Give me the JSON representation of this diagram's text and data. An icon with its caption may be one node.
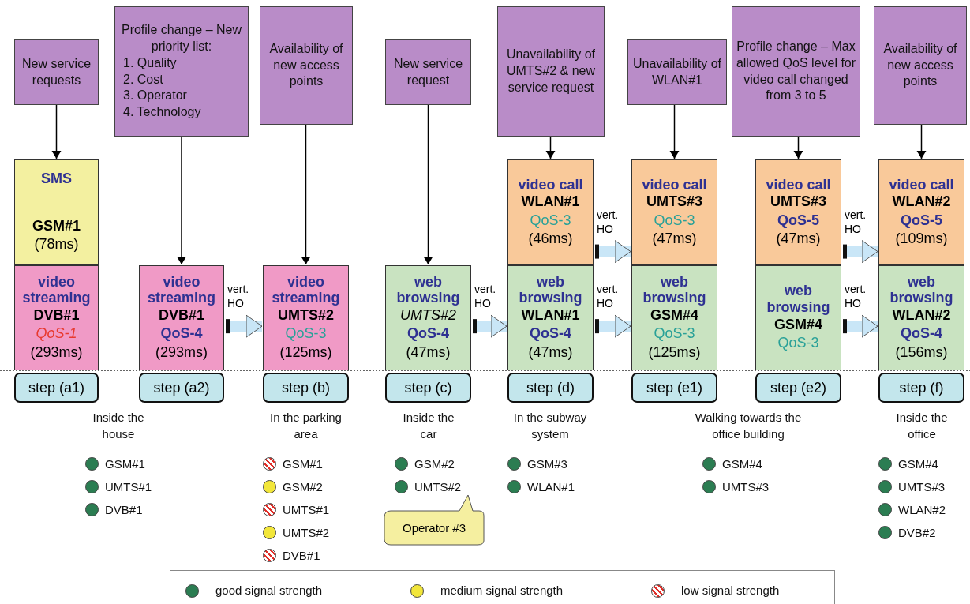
{
  "diagram": {
    "nodes": [
      {
        "text": [
          "New service requests"
        ]
      },
      {
        "text": [
          "Profile change – New priority list:",
          "1. Quality",
          "2. Cost",
          "3. Operator",
          "4. Technology"
        ]
      },
      {
        "text": [
          "Availability of new access points"
        ]
      },
      {
        "text": [
          "New service request"
        ]
      },
      {
        "text": [
          "Unavailability of UMTS#2 & new service request"
        ]
      },
      {
        "text": [
          "Unavailability of WLAN#1"
        ]
      },
      {
        "text": [
          "Profile change – Max allowed QoS level for video call changed from 3 to 5"
        ]
      },
      {
        "text": [
          "Availability of new access points"
        ]
      },
      {
        "text": [
          "SMS",
          "GSM#1",
          "(78ms)"
        ]
      },
      {
        "text": [
          "video streaming",
          "DVB#1",
          "QoS-1",
          "(293ms)"
        ]
      },
      {
        "text": [
          "video streaming",
          "DVB#1",
          "QoS-4",
          "(293ms)"
        ]
      },
      {
        "text": [
          "video streaming",
          "UMTS#2",
          "QoS-3",
          "(125ms)"
        ]
      },
      {
        "text": [
          "web browsing",
          "UMTS#2",
          "QoS-4",
          "(47ms)"
        ]
      },
      {
        "text": [
          "video call",
          "WLAN#1",
          "QoS-3",
          "(46ms)"
        ]
      },
      {
        "text": [
          "web browsing",
          "WLAN#1",
          "QoS-4",
          "(47ms)"
        ]
      },
      {
        "text": [
          "video call",
          "UMTS#3",
          "QoS-3",
          "(47ms)"
        ]
      },
      {
        "text": [
          "web browsing",
          "GSM#4",
          "QoS-3",
          "(125ms)"
        ]
      },
      {
        "text": [
          "video call",
          "UMTS#3",
          "QoS-5",
          "(47ms)"
        ]
      },
      {
        "text": [
          "web browsing",
          "GSM#4",
          "QoS-3"
        ]
      },
      {
        "text": [
          "video call",
          "WLAN#2",
          "QoS-5",
          "(109ms)"
        ]
      },
      {
        "text": [
          "web browsing",
          "WLAN#2",
          "QoS-4",
          "(156ms)"
        ]
      },
      {
        "text": [
          "step (a1)"
        ]
      },
      {
        "text": [
          "step (a2)"
        ]
      },
      {
        "text": [
          "step (b)"
        ]
      },
      {
        "text": [
          "step (c)"
        ]
      },
      {
        "text": [
          "step (d)"
        ]
      },
      {
        "text": [
          "step (e1)"
        ]
      },
      {
        "text": [
          "step (e2)"
        ]
      },
      {
        "text": [
          "step (f)"
        ]
      },
      {
        "text": [
          "Operator #3"
        ]
      }
    ],
    "edges": [
      {
        "from": 0,
        "to": 8,
        "arrow": "to"
      },
      {
        "from": 1,
        "to": 10,
        "arrow": "to"
      },
      {
        "from": 2,
        "to": 11,
        "arrow": "to"
      },
      {
        "from": 3,
        "to": 12,
        "arrow": "to"
      },
      {
        "from": 4,
        "to": 13,
        "arrow": "to"
      },
      {
        "from": 5,
        "to": 15,
        "arrow": "to"
      },
      {
        "from": 6,
        "to": 17,
        "arrow": "to"
      },
      {
        "from": 7,
        "to": 19,
        "arrow": "to"
      },
      {
        "from": 10,
        "to": 11,
        "arrow": "to",
        "label": "vert. HO",
        "style": "thick",
        "color": "#c9e6f7"
      },
      {
        "from": 12,
        "to": 14,
        "arrow": "to",
        "label": "vert. HO",
        "style": "thick",
        "color": "#c9e6f7"
      },
      {
        "from": 13,
        "to": 15,
        "arrow": "to",
        "label": "vert. HO",
        "style": "thick",
        "color": "#c9e6f7"
      },
      {
        "from": 14,
        "to": 16,
        "arrow": "to",
        "label": "vert. HO",
        "style": "thick",
        "color": "#c9e6f7"
      },
      {
        "from": 17,
        "to": 19,
        "arrow": "to",
        "label": "vert. HO",
        "style": "thick",
        "color": "#c9e6f7"
      },
      {
        "from": 18,
        "to": 20,
        "arrow": "to",
        "label": "vert. HO",
        "style": "thick",
        "color": "#c9e6f7"
      }
    ],
    "labels": [
      "Inside the house",
      "GSM#1",
      "UMTS#1",
      "DVB#1",
      "In the parking area",
      "GSM#1",
      "GSM#2",
      "UMTS#1",
      "UMTS#2",
      "DVB#1",
      "Inside the car",
      "GSM#2",
      "UMTS#2",
      "In the subway system",
      "GSM#3",
      "WLAN#1",
      "Walking towards the office building",
      "GSM#4",
      "UMTS#3",
      "Inside the office",
      "GSM#4",
      "UMTS#3",
      "WLAN#2",
      "DVB#2"
    ],
    "legend": [
      {
        "text": "good signal strength",
        "color": "#2b7d52"
      },
      {
        "text": "medium signal strength",
        "color": "#f2e63a"
      },
      {
        "text": "low signal strength"
      }
    ]
  }
}
